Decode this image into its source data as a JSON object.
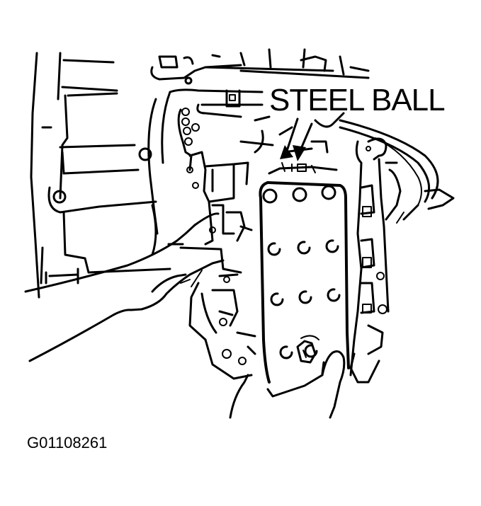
{
  "figure": {
    "callout_label": "STEEL BALL",
    "figure_id": "G01108261",
    "subject": "transmission valve body removal",
    "colors": {
      "line": "#000000",
      "background": "#ffffff"
    }
  },
  "parts": {
    "valve_body_plate_bolts": 11,
    "steel_ball_arrows": 2
  }
}
